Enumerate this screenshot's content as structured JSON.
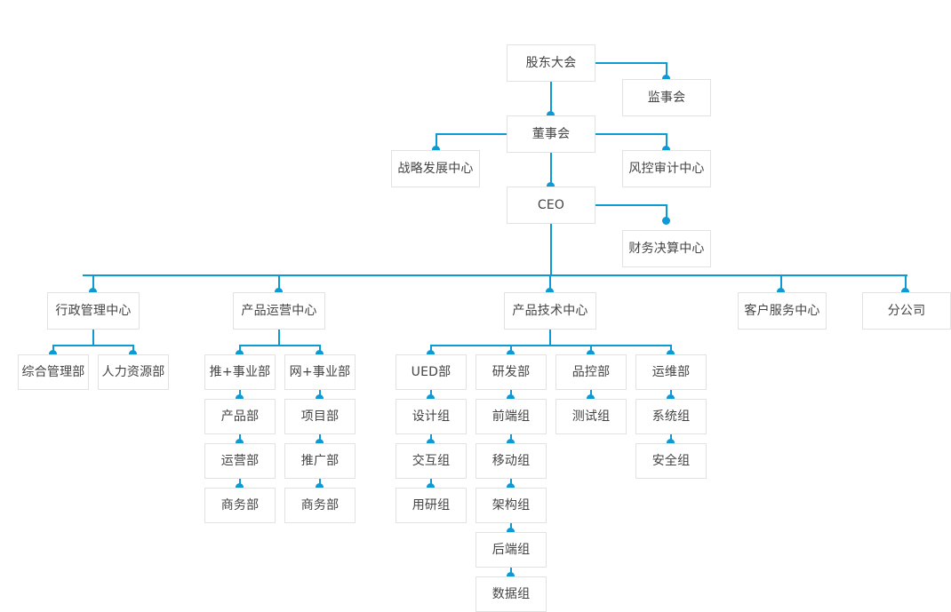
{
  "chart": {
    "title": "",
    "type": "org-chart",
    "accent_color": "#0d9ad4",
    "node_border_color": "#e2e2e2",
    "node_text_color": "#444444",
    "background_color": "#ffffff"
  },
  "nodes": {
    "shareholders_meeting": "股东大会",
    "board_of_supervisors": "监事会",
    "board_of_directors": "董事会",
    "strategy_development_center": "战略发展中心",
    "risk_control_audit_center": "风控审计中心",
    "ceo": "CEO",
    "finance_settlement_center": "财务决算中心",
    "admin_management_center": "行政管理中心",
    "product_operation_center": "产品运营中心",
    "product_technology_center": "产品技术中心",
    "customer_service_center": "客户服务中心",
    "branch_company": "分公司",
    "general_management_dept": "综合管理部",
    "human_resources_dept": "人力资源部",
    "tui_plus_business_unit": "推+事业部",
    "product_dept": "产品部",
    "operation_dept": "运营部",
    "business_dept_a": "商务部",
    "wang_plus_business_unit": "网+事业部",
    "project_dept": "项目部",
    "promotion_dept": "推广部",
    "business_dept_b": "商务部",
    "ued_dept": "UED部",
    "design_group": "设计组",
    "interaction_group": "交互组",
    "user_research_group": "用研组",
    "rd_dept": "研发部",
    "frontend_group": "前端组",
    "mobile_group": "移动组",
    "architecture_group": "架构组",
    "backend_group": "后端组",
    "data_group": "数据组",
    "qa_dept": "品控部",
    "test_group": "测试组",
    "ops_dept": "运维部",
    "system_group": "系统组",
    "security_group": "安全组"
  }
}
